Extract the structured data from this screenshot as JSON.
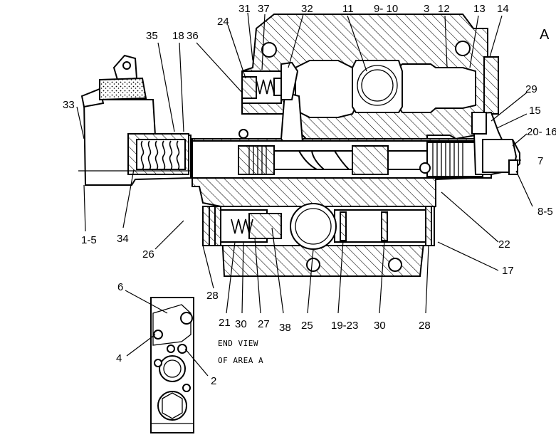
{
  "view_label": "A",
  "callouts": {
    "c31": "31",
    "c37": "37",
    "c32": "32",
    "c24": "24",
    "c11": "11",
    "c9_10": "9- 10",
    "c3": "3",
    "c12": "12",
    "c13": "13",
    "c14": "14",
    "c35": "35",
    "c18": "18",
    "c36": "36",
    "c33": "33",
    "c29": "29",
    "c15": "15",
    "c20_16": "20- 16",
    "c7": "7",
    "c34": "34",
    "c1_5": "1-5",
    "c26": "26",
    "c22": "22",
    "c8_5": "8-5",
    "c17": "17",
    "c28a": "28",
    "c21": "21",
    "c30a": "30",
    "c27": "27",
    "c38": "38",
    "c25": "25",
    "c19_23": "19-23",
    "c30b": "30",
    "c28b": "28",
    "c6": "6",
    "c4": "4",
    "c2": "2"
  },
  "end_view_caption": {
    "line1": "END VIEW",
    "line2": "OF AREA A"
  }
}
